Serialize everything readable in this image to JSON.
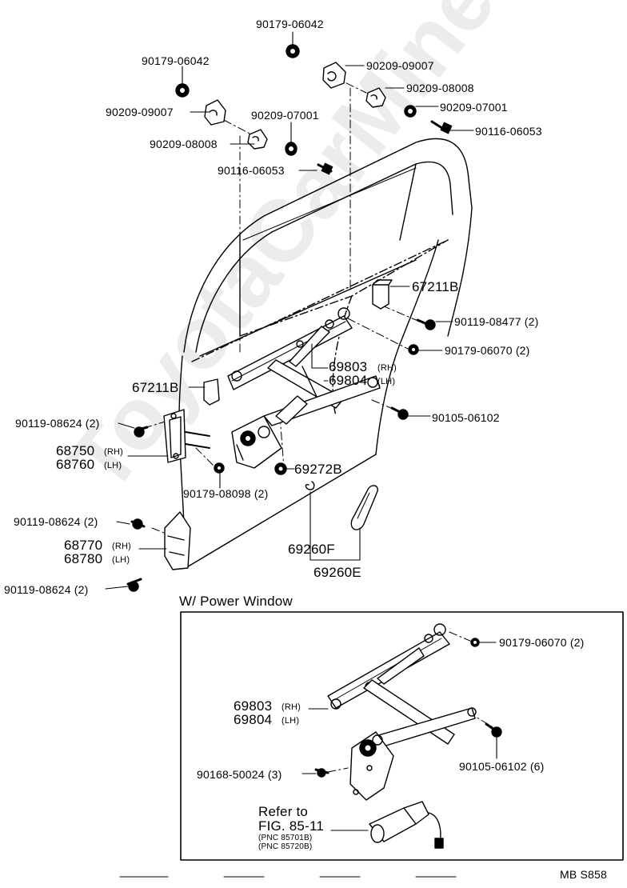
{
  "watermark": "ToyotaCarMine.ru",
  "section_title": "W/ Power Window",
  "sheet_code": "MB  S858",
  "labels": {
    "p90179_06042_top": "90179-06042",
    "p90179_06042_left": "90179-06042",
    "p90209_09007_right": "90209-09007",
    "p90209_08008_right": "90209-08008",
    "p90209_09007_left": "90209-09007",
    "p90209_07001_mid": "90209-07001",
    "p90209_07001_right": "90209-07001",
    "p90116_06053_right": "90116-06053",
    "p90209_08008_left": "90209-08008",
    "p90116_06053_mid": "90116-06053",
    "p67211b_right": "67211B",
    "p90119_08477": "90119-08477 (2)",
    "p90179_06070": "90179-06070 (2)",
    "p69803": "69803",
    "p69804": "69804",
    "rh": "(RH)",
    "lh": "(LH)",
    "p67211b_left": "67211B",
    "p90119_08624_a": "90119-08624 (2)",
    "p90105_06102": "90105-06102",
    "p68750": "68750",
    "p68760": "68760",
    "p69272b": "69272B",
    "p90179_08098": "90179-08098 (2)",
    "p90119_08624_b": "90119-08624 (2)",
    "p68770": "68770",
    "p68780": "68780",
    "p69260f": "69260F",
    "p69260e": "69260E",
    "p90119_08624_c": "90119-08624 (2)",
    "pw_90179_06070": "90179-06070 (2)",
    "pw_69803": "69803",
    "pw_69804": "69804",
    "pw_90105_06102": "90105-06102 (6)",
    "pw_90168_50024": "90168-50024 (3)",
    "refer_to": "Refer to",
    "fig_ref": "FIG. 85-11",
    "pnc_1": "(PNC 85701B)",
    "pnc_2": "(PNC 85720B)"
  }
}
